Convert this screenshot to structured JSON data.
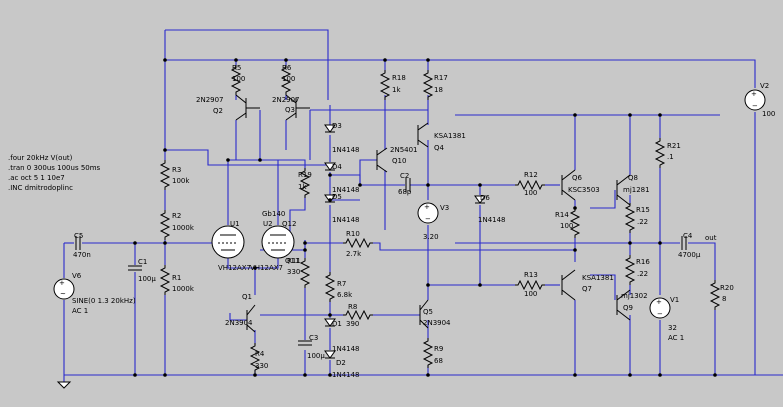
{
  "directives": [
    ".four 20kHz V(out)",
    ".tran 0 300us 100us 50ms",
    ".ac oct 5 1 10e7",
    ".INC dmitrodoplinc"
  ],
  "tubes": {
    "U1": {
      "ref": "U1",
      "model": "VH12AX7"
    },
    "U2": {
      "ref": "U2",
      "model": "VH12AX7"
    }
  },
  "transistors": {
    "Q1": {
      "ref": "Q1",
      "model": "2N3904"
    },
    "Q2": {
      "ref": "Q2",
      "model": "2N2907"
    },
    "Q3": {
      "ref": "Q3",
      "model": "2N2907"
    },
    "Q4": {
      "ref": "Q4",
      "model": "KSA1381"
    },
    "Q5": {
      "ref": "Q5",
      "model": "2N3904"
    },
    "Q6": {
      "ref": "Q6",
      "model": "KSC3503"
    },
    "Q7": {
      "ref": "Q7",
      "model": "KSA1381"
    },
    "Q8": {
      "ref": "Q8",
      "model": "mj1281"
    },
    "Q9": {
      "ref": "Q9",
      "model": "mj1302"
    },
    "Q10": {
      "ref": "Q10",
      "model": "2N5401"
    },
    "Q11": {
      "ref": "Q11",
      "model": "Gb"
    },
    "Q12": {
      "ref": "Q12",
      "model": "140"
    }
  },
  "resistors": {
    "R1": {
      "ref": "R1",
      "value": "1000k"
    },
    "R2": {
      "ref": "R2",
      "value": "1000k"
    },
    "R3": {
      "ref": "R3",
      "value": "100k"
    },
    "R4": {
      "ref": "R4",
      "value": "330"
    },
    "R5": {
      "ref": "R5",
      "value": "100"
    },
    "R6": {
      "ref": "R6",
      "value": "100"
    },
    "R7": {
      "ref": "R7",
      "value": "6.8k"
    },
    "R8": {
      "ref": "R8",
      "value": "390"
    },
    "R9": {
      "ref": "R9",
      "value": "68"
    },
    "R10": {
      "ref": "R10",
      "value": "2.7k"
    },
    "R11": {
      "ref": "R11",
      "value": "330"
    },
    "R12": {
      "ref": "R12",
      "value": "100"
    },
    "R13": {
      "ref": "R13",
      "value": "100"
    },
    "R14": {
      "ref": "R14",
      "value": "100"
    },
    "R15": {
      "ref": "R15",
      "value": ".22"
    },
    "R16": {
      "ref": "R16",
      "value": ".22"
    },
    "R17": {
      "ref": "R17",
      "value": "18"
    },
    "R18": {
      "ref": "R18",
      "value": "1k"
    },
    "R19": {
      "ref": "R19",
      "value": "1k"
    },
    "R20": {
      "ref": "R20",
      "value": "8"
    },
    "R21": {
      "ref": "R21",
      "value": ".1"
    }
  },
  "capacitors": {
    "C1": {
      "ref": "C1",
      "value": "100µ"
    },
    "C2": {
      "ref": "C2",
      "value": "68p"
    },
    "C3": {
      "ref": "C3",
      "value": "100µ"
    },
    "C4": {
      "ref": "C4",
      "value": "4700µ"
    },
    "C5": {
      "ref": "C5",
      "value": "470n"
    }
  },
  "diodes": {
    "D1": {
      "ref": "D1",
      "value": "1N4148"
    },
    "D2": {
      "ref": "D2",
      "value": "1N4148"
    },
    "D3": {
      "ref": "D3",
      "value": "1N4148"
    },
    "D4": {
      "ref": "D4",
      "value": "1N4148"
    },
    "D5": {
      "ref": "D5",
      "value": "1N4148"
    },
    "D6": {
      "ref": "D6",
      "value": "1N4148"
    }
  },
  "sources": {
    "V1": {
      "ref": "V1",
      "value": "32",
      "ac": "AC 1"
    },
    "V2": {
      "ref": "V2",
      "value": "100"
    },
    "V3": {
      "ref": "V3",
      "value": "3.20"
    },
    "V6": {
      "ref": "V6",
      "value": "SINE(0 1.3 20kHz)",
      "ac": "AC 1"
    }
  },
  "nets": {
    "out": "out"
  }
}
